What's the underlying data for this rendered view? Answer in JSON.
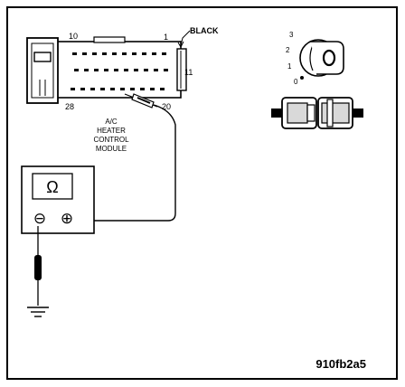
{
  "diagram": {
    "connector": {
      "wire_color": "BLACK",
      "pin_labels": {
        "top_left": "10",
        "top_right": "1",
        "right": "11",
        "bottom_left": "28",
        "bottom_right": "20"
      }
    },
    "module_label": {
      "line1": "A/C",
      "line2": "HEATER",
      "line3": "CONTROL",
      "line4": "MODULE"
    },
    "meter": {
      "display_symbol": "Ω",
      "minus_symbol": "⊖",
      "plus_symbol": "⊕"
    },
    "ignition": {
      "positions": [
        "3",
        "2",
        "1",
        "0"
      ]
    },
    "figure_id": "910fb2a5"
  },
  "colors": {
    "ink": "#000000",
    "paper": "#ffffff",
    "fill_gray": "#d9d9d9"
  }
}
